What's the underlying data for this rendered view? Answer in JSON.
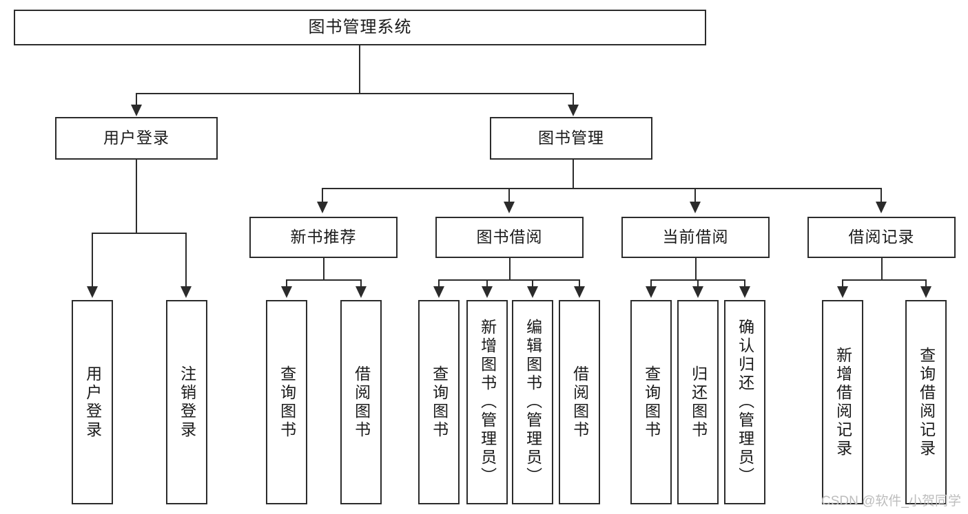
{
  "diagram": {
    "title": "图书管理系统",
    "type": "tree-diagram",
    "root": {
      "label": "图书管理系统"
    },
    "level2": [
      {
        "label": "用户登录"
      },
      {
        "label": "图书管理"
      }
    ],
    "level3": [
      {
        "label": "新书推荐"
      },
      {
        "label": "图书借阅"
      },
      {
        "label": "当前借阅"
      },
      {
        "label": "借阅记录"
      }
    ],
    "leaves": {
      "user_login": [
        {
          "label": "用户登录"
        },
        {
          "label": "注销登录"
        }
      ],
      "new_book_recommend": [
        {
          "label": "查询图书"
        },
        {
          "label": "借阅图书"
        }
      ],
      "book_borrow": [
        {
          "label": "查询图书"
        },
        {
          "label": "新增图书（管理员）"
        },
        {
          "label": "编辑图书（管理员）"
        },
        {
          "label": "借阅图书"
        }
      ],
      "current_borrow": [
        {
          "label": "查询图书"
        },
        {
          "label": "归还图书"
        },
        {
          "label": "确认归还（管理员）"
        }
      ],
      "borrow_record": [
        {
          "label": "新增借阅记录"
        },
        {
          "label": "查询借阅记录"
        }
      ]
    }
  },
  "watermark": {
    "text": "CSDN @软件_小贺同学"
  },
  "colors": {
    "stroke": "#2b2b2b",
    "background": "#ffffff",
    "text": "#1a1a1a",
    "watermark": "#bdbdbd"
  }
}
